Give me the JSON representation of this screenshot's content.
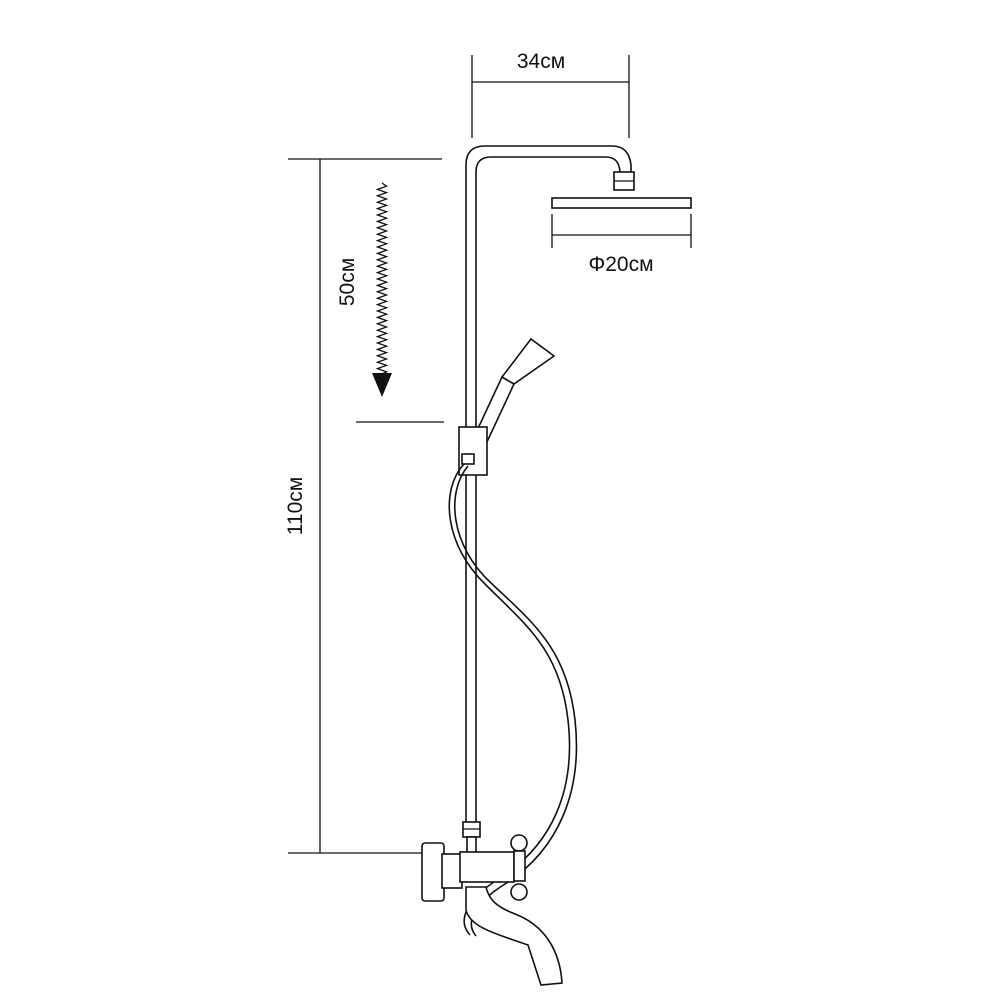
{
  "dimensions": {
    "top_width": "34см",
    "head_diameter": "Φ20см",
    "hose_length": "50см",
    "total_height": "110см"
  }
}
